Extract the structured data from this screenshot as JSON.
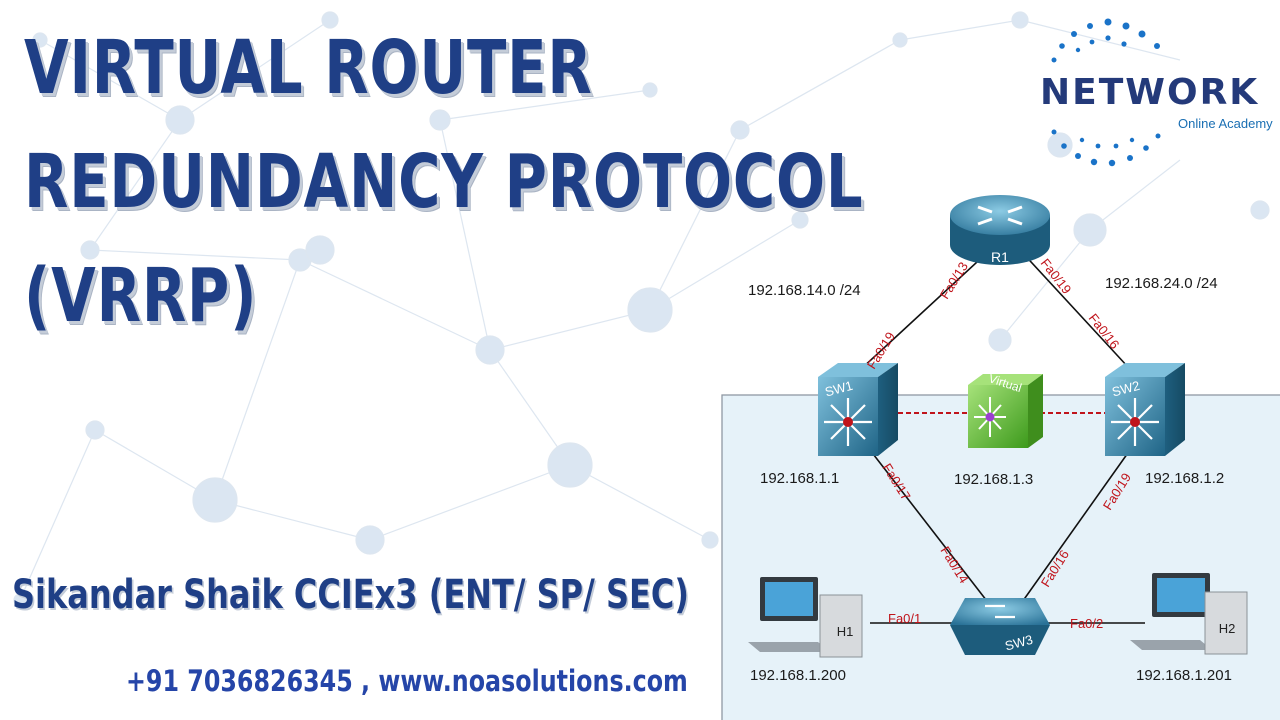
{
  "title": {
    "line1": "VIRTUAL ROUTER",
    "line2": "REDUNDANCY PROTOCOL",
    "line3": "(VRRP)"
  },
  "author": "Sikandar Shaik CCIEx3 (ENT/ SP/ SEC)",
  "contact": "+91 7036826345 , www.noasolutions.com",
  "logo": {
    "word": "NETWORK",
    "sub": "Online Academy"
  },
  "colors": {
    "title": "#1f3f86",
    "accent_blue": "#2545a8",
    "interface_label": "#c0141b",
    "lan_fill": "#e4f1f8",
    "virtual_router": "#5cbf2a",
    "device_blue": "#2f7fa3"
  },
  "diagram": {
    "subnets": {
      "left": "192.168.14.0 /24",
      "right": "192.168.24.0 /24"
    },
    "devices": {
      "r1": {
        "label": "R1"
      },
      "sw1": {
        "label": "SW1",
        "ip": "192.168.1.1"
      },
      "sw2": {
        "label": "SW2",
        "ip": "192.168.1.2"
      },
      "virtual": {
        "label": "Virtual",
        "ip": "192.168.1.3"
      },
      "sw3": {
        "label": "SW3"
      },
      "h1": {
        "label": "H1",
        "ip": "192.168.1.200"
      },
      "h2": {
        "label": "H2",
        "ip": "192.168.1.201"
      }
    },
    "interfaces": {
      "r1_to_sw1": "Fa0/13",
      "sw1_to_r1": "Fa0/19",
      "r1_to_sw2": "Fa0/19",
      "sw2_to_r1": "Fa0/16",
      "sw1_to_sw3": "Fa0/17",
      "sw3_to_sw1": "Fa0/14",
      "sw2_to_sw3": "Fa0/19",
      "sw3_to_sw2": "Fa0/16",
      "sw3_to_h1": "Fa0/1",
      "sw3_to_h2": "Fa0/2"
    }
  }
}
